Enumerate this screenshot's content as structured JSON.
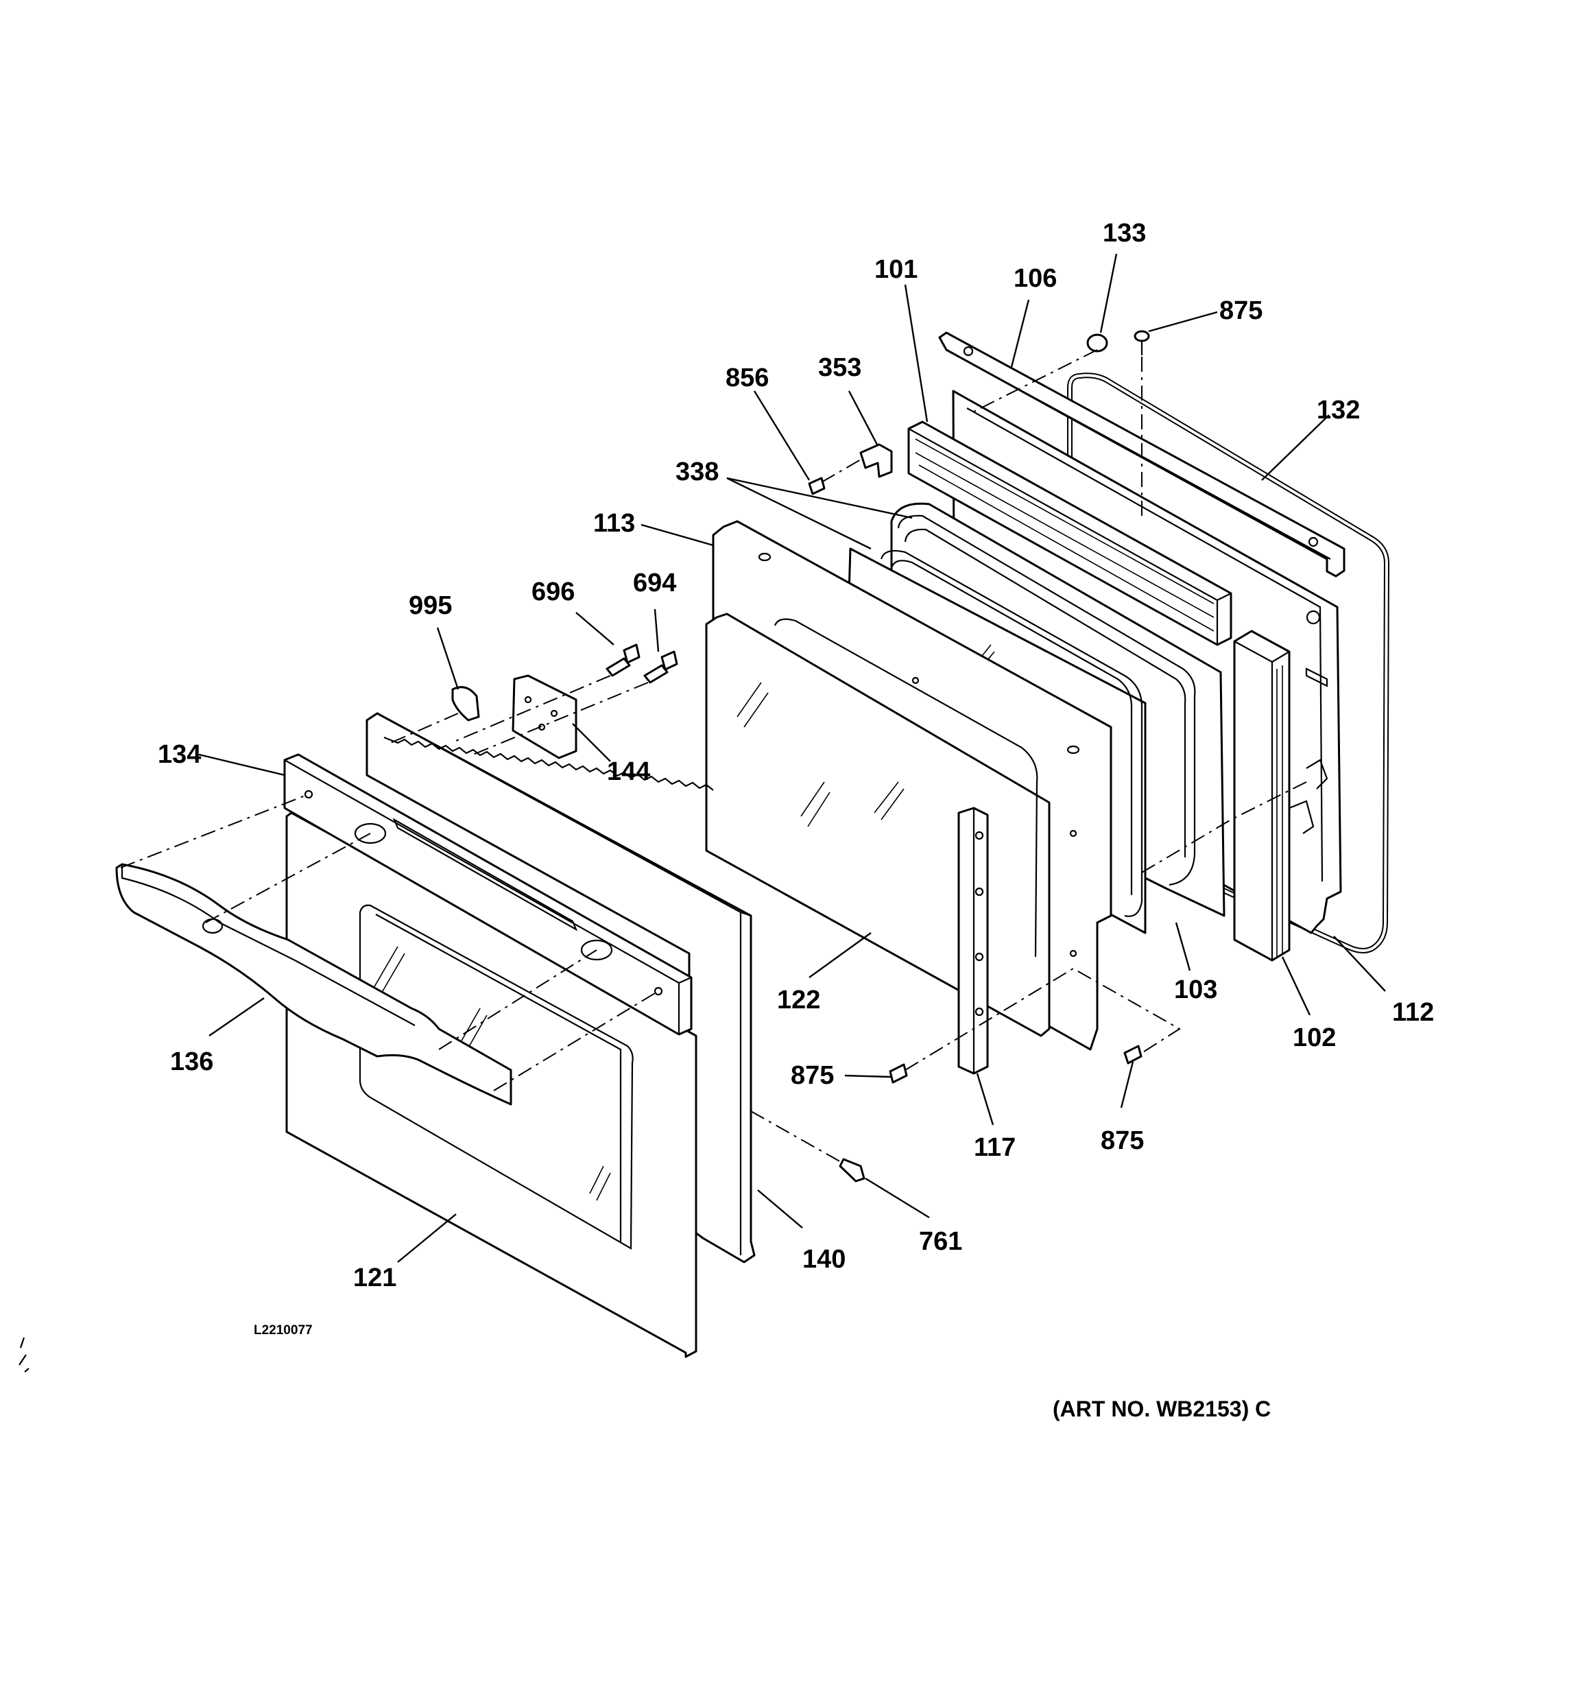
{
  "drawing_code": "L2210077",
  "art_number": "(ART NO. WB2153) C",
  "callouts": [
    {
      "id": "133",
      "label": "133"
    },
    {
      "id": "101",
      "label": "101"
    },
    {
      "id": "106",
      "label": "106"
    },
    {
      "id": "875-top",
      "label": "875"
    },
    {
      "id": "856",
      "label": "856"
    },
    {
      "id": "353",
      "label": "353"
    },
    {
      "id": "132",
      "label": "132"
    },
    {
      "id": "338",
      "label": "338"
    },
    {
      "id": "113",
      "label": "113"
    },
    {
      "id": "995",
      "label": "995"
    },
    {
      "id": "696",
      "label": "696"
    },
    {
      "id": "694",
      "label": "694"
    },
    {
      "id": "134",
      "label": "134"
    },
    {
      "id": "144",
      "label": "144"
    },
    {
      "id": "136",
      "label": "136"
    },
    {
      "id": "122",
      "label": "122"
    },
    {
      "id": "103",
      "label": "103"
    },
    {
      "id": "112",
      "label": "112"
    },
    {
      "id": "102",
      "label": "102"
    },
    {
      "id": "875-left",
      "label": "875"
    },
    {
      "id": "117",
      "label": "117"
    },
    {
      "id": "875-right",
      "label": "875"
    },
    {
      "id": "761",
      "label": "761"
    },
    {
      "id": "140",
      "label": "140"
    },
    {
      "id": "121",
      "label": "121"
    }
  ]
}
